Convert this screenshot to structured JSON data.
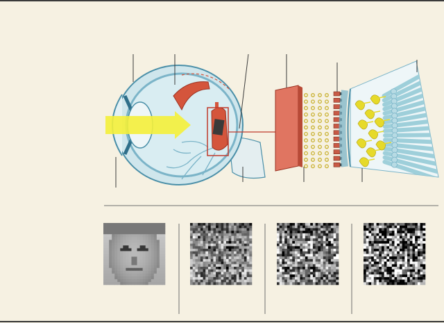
{
  "figure": {
    "background": "#f6f1e2",
    "ink": "#3a3a3a",
    "eye_color": "#cfe6ec",
    "eye_outline": "#4a8fa8",
    "light_beam_color": "#f4ef3a",
    "tissue_color": "#d4553c",
    "chip_color": "#e07561",
    "electrode_color": "#c85a45",
    "synapse_dot_color": "#c9b233",
    "bipolar_cell_color": "#e6da2a",
    "photoreceptor_color": "#9ecfda"
  },
  "comparison_panels": [
    {
      "label": "",
      "noise_level": 0.0
    },
    {
      "label": "",
      "noise_level": 0.45
    },
    {
      "label": "",
      "noise_level": 0.6
    },
    {
      "label": "",
      "noise_level": 0.9
    }
  ]
}
